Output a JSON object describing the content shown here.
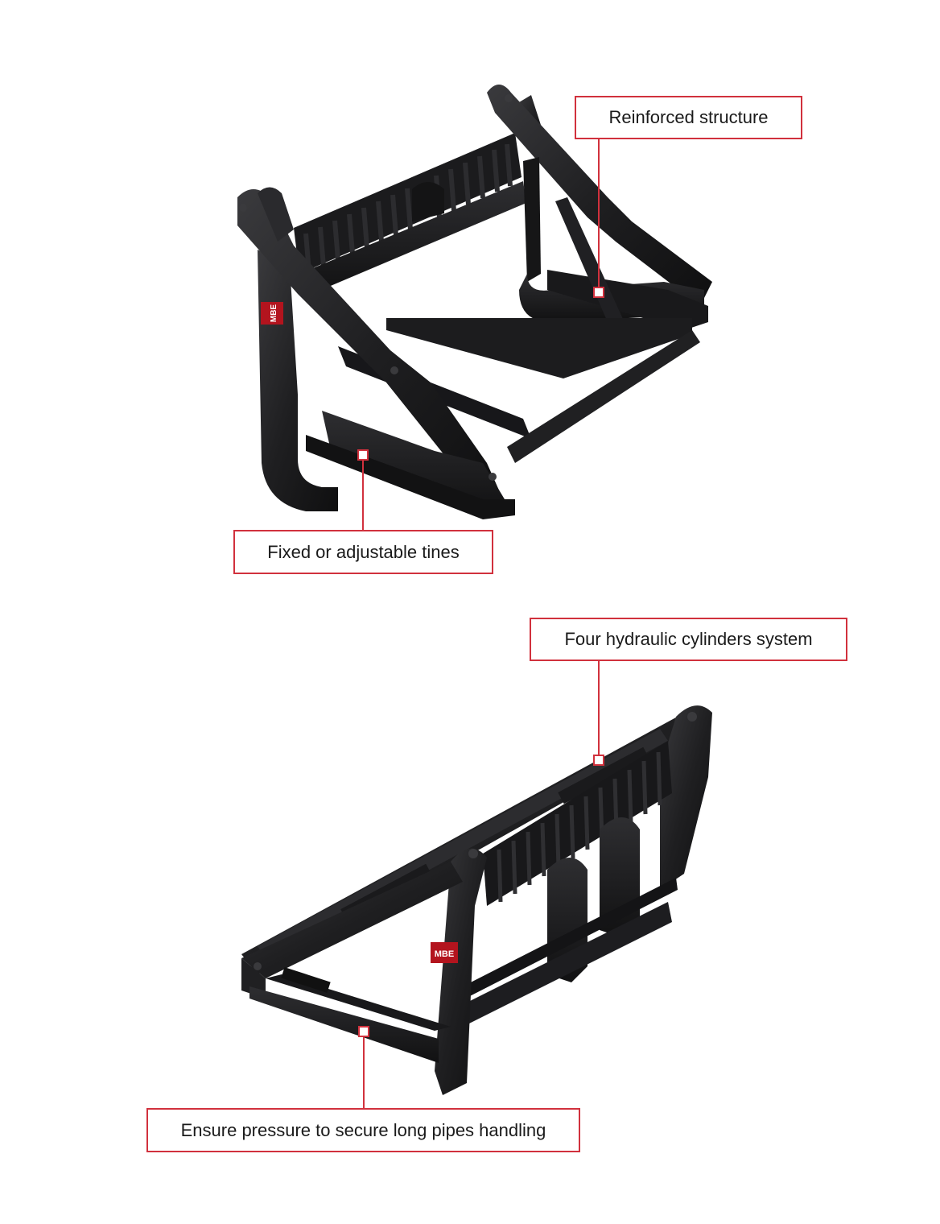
{
  "callouts": {
    "reinforced_structure": "Reinforced structure",
    "fixed_or_adjustable_tines": "Fixed or adjustable tines",
    "four_hydraulic_cylinders": "Four hydraulic cylinders system",
    "ensure_pressure": "Ensure pressure to secure long pipes handling"
  },
  "brand_logo_text": "MBE",
  "colors": {
    "accent": "#d1313d",
    "frame": "#1f1f21",
    "frame_highlight": "#3a3a3d",
    "background": "#ffffff"
  }
}
